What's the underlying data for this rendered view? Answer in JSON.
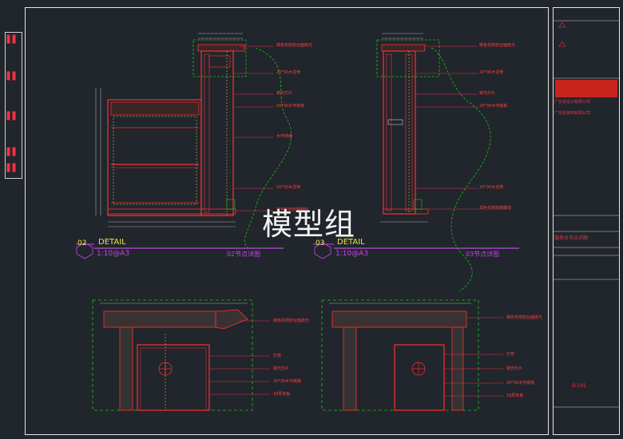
{
  "watermark": "模型组",
  "details": [
    {
      "badge": "02",
      "heading": "DETAIL",
      "scale": "1:10@A3",
      "caption": "02节点详图"
    },
    {
      "badge": "03",
      "heading": "DETAIL",
      "scale": "1:10@A3",
      "caption": "03节点详图"
    }
  ],
  "annotations_02": [
    "做色花岗岩台面抛光",
    "20*30木龙骨",
    "镜光灯片",
    "20*30木作底板",
    "木作饰面",
    "20*30木龙骨",
    "黑色花岗岩踢脚线"
  ],
  "annotations_03": [
    "做色花岗岩台面抛光",
    "20*30木龙骨",
    "镜光灯片",
    "20*30木作底板",
    "20*30木龙骨",
    "黑色花岗岩踢脚线"
  ],
  "annotations_plan_left": [
    "做色花岗岩台面抛光",
    "灯管",
    "镜光灯片",
    "20*30木作底板",
    "18厚夹板"
  ],
  "annotations_plan_right": [
    "做色花岗岩台面抛光",
    "灯管",
    "镜光灯片",
    "20*30木作底板",
    "18厚夹板"
  ],
  "title_block": {
    "company_lines": [
      "广东省设计有限公司",
      "广东省装饰有限公司"
    ],
    "drawing_name": "服务台节点详图",
    "sheet_no": "D-101"
  },
  "colors": {
    "background": "#21252c",
    "frame": "#e6e6e6",
    "red": "#ff3030",
    "green": "#19c219",
    "yellow": "#e8e84a",
    "magenta": "#c04ce0",
    "cyan": "#5fd4d4"
  }
}
